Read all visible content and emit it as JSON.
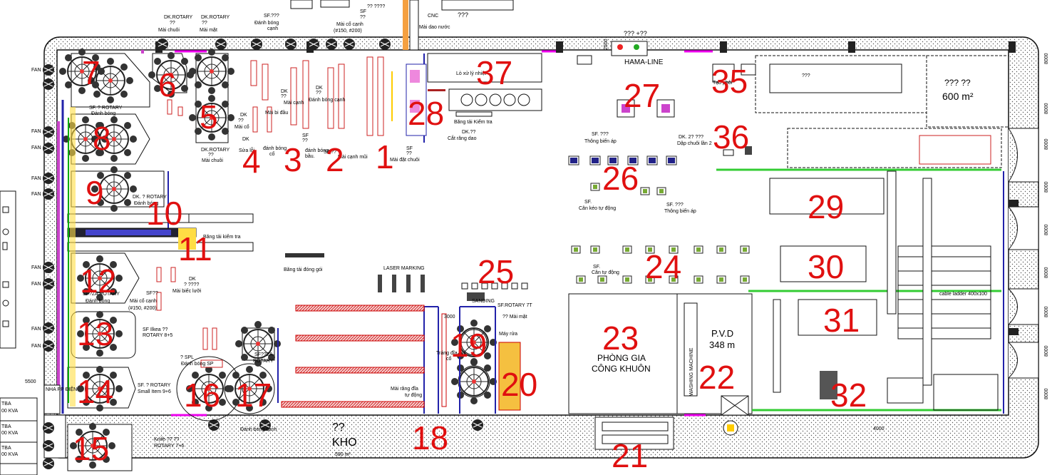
{
  "top_labels": {
    "dk_rotary_left": "DK.ROTARY",
    "dk_rotary_left_q": "??",
    "mai_chuoi_top": "Mài chuôi",
    "dk_rotary_mid": "DK.ROTARY",
    "dk_rotary_mid_q": "??",
    "mai_mat_top": "Mài mặt",
    "sf_top": "SF.???",
    "danh_bong_canh_top_a": "Đánh bóng",
    "danh_bong_canh_top_b": "cạnh",
    "sf_small_top": "SF",
    "q_small": "??",
    "mai_co_canh_top": "Mài cổ cạnh",
    "mai_co_canh_sizes": "(#150, #200)",
    "q4": "?? ????",
    "cnc": "CNC",
    "mai_dao_nuoc": "Mài dao nước",
    "q3": "???",
    "top_right_q": "??? +??",
    "dim_2500": "2500",
    "hama_line": "HAMA-LINE",
    "area_right_q": "??? ??",
    "area_right": "600 m²"
  },
  "zones": [
    {
      "id": "z1",
      "label": "1"
    },
    {
      "id": "z2",
      "label": "2"
    },
    {
      "id": "z3",
      "label": "3"
    },
    {
      "id": "z4",
      "label": "4"
    },
    {
      "id": "z5",
      "label": "5"
    },
    {
      "id": "z6",
      "label": "6"
    },
    {
      "id": "z7",
      "label": "7"
    },
    {
      "id": "z8",
      "label": "8"
    },
    {
      "id": "z9",
      "label": "9"
    },
    {
      "id": "z10",
      "label": "10"
    },
    {
      "id": "z11",
      "label": "11"
    },
    {
      "id": "z12",
      "label": "12"
    },
    {
      "id": "z13",
      "label": "13"
    },
    {
      "id": "z14",
      "label": "14"
    },
    {
      "id": "z15",
      "label": "15"
    },
    {
      "id": "z16",
      "label": "16"
    },
    {
      "id": "z17",
      "label": "17"
    },
    {
      "id": "z18",
      "label": "18"
    },
    {
      "id": "z19",
      "label": "19"
    },
    {
      "id": "z20",
      "label": "20"
    },
    {
      "id": "z21",
      "label": "21"
    },
    {
      "id": "z22",
      "label": "22"
    },
    {
      "id": "z23",
      "label": "23"
    },
    {
      "id": "z24",
      "label": "24"
    },
    {
      "id": "z25",
      "label": "25"
    },
    {
      "id": "z26",
      "label": "26"
    },
    {
      "id": "z27",
      "label": "27"
    },
    {
      "id": "z28",
      "label": "28"
    },
    {
      "id": "z29",
      "label": "29"
    },
    {
      "id": "z30",
      "label": "30"
    },
    {
      "id": "z31",
      "label": "31"
    },
    {
      "id": "z32",
      "label": "32"
    },
    {
      "id": "z35",
      "label": "35"
    },
    {
      "id": "z36",
      "label": "36"
    },
    {
      "id": "z37",
      "label": "37"
    }
  ],
  "labels": {
    "fan": "FAN",
    "sf_rotary_8": "SF. ? ROTARY",
    "danh_bong_8": "Đánh bóng",
    "dk_rotary_6": "DK.ROTARY",
    "dk_rotary_6_q": "??",
    "mai_chuoi_6": "Mài chuôi",
    "dk_4": "DK",
    "q_4": "??",
    "mai_co_4": "Mài cổ",
    "sua_loi": "Sửa lỗi",
    "danh_bong_co": "đánh bóng",
    "co": "cổ",
    "dk_3": "DK",
    "q_3": "??",
    "mai_bi_dau": "Mài bi đầu",
    "dk_2": "DK",
    "q_2": "??",
    "danh_bong_canh_2": "Mài cạnh",
    "sf_3": "SF",
    "q_sf_3": "??",
    "danh_bong_bau_a": "đánh bóng",
    "danh_bong_bau_b": "bầu.",
    "sf_2": "SF.??",
    "mai_canh_mui": "Mài cạnh mũi",
    "sf_1": "SF",
    "q_1": "??",
    "mai_dat_chuoi": "Mài đặt chuôi",
    "dk_danh_bong_canh": "DK",
    "dk_danh_bong_canh_q": "??",
    "danh_bong_canh_dk": "Đánh bóng cạnh",
    "lo_xu_ly_nhiet": "Lò xử lý nhiệt",
    "bang_tai_kiem_tra_top": "Băng tải Kiểm tra",
    "dk_cat_rang_dao": "DK.??",
    "cat_rang_dao": "Cắt răng dao",
    "dk_9": "DK. ? ROTARY",
    "danh_bong_9": "Đánh bóng",
    "bang_tai_kiem_tra": "Băng tải kiểm tra",
    "bang_tai_dong_goi": "Băng tải đóng gói",
    "laser_marking": "LASER MARKING",
    "dk_12": "DK",
    "q_12": "? ????",
    "mai_biec_luoi": "Mài biếc lưỡi",
    "sf_12": "SF??",
    "mai_co_canh_12": "Mài cổ cạnh",
    "sizes_12": "(#150, #200)",
    "rotary_12": "SF?ZA ROTARY",
    "danh_bong_12": "Đánh bóng",
    "sf_13": "SF Ilkea ??",
    "rotary_13": "ROTARY 8+5",
    "sf_14": "SF. ? ROTARY",
    "small_item": "Small Item 9+6",
    "spl": "? SPL",
    "danh_bong_spl": "Đánh bóng SP",
    "sf_17": "SF??ZA",
    "rotary_17": "ROTARY",
    "danh_bong_17": "Đánh bóng cạnh",
    "knife_15": "Knife ?? ??",
    "rotary_15": "ROTARY 7+6",
    "kho_q": "??",
    "kho": "KHO",
    "kho_area": "590 m²",
    "nha_pp_dien": "NHA PP ĐIỆN",
    "tba1_a": "TBA",
    "tba1_b": "00 KVA",
    "tba2_a": "TBA",
    "tba2_b": "00 KVA",
    "tba3_a": "TBA",
    "tba3_b": "00 KVA",
    "dim_5500": "5500",
    "sanding": "SANDING",
    "sf_rotary_7t": "SF.ROTARY 7T",
    "mai_mat_19": "?? Mài mặt",
    "may_rua": "Máy rửa",
    "dim_3000": "3000",
    "trang_dia_tay_a": "Tráng đĩa tay",
    "trang_dia_tay_b": "cổ",
    "mai_rang_dia_a": "Mài răng đĩa",
    "mai_rang_dia_b": "tự động",
    "phong_gia_a": "PHÒNG GIA",
    "phong_gia_b": "CÔNG KHUÔN",
    "pvd": "P.V.D",
    "pvd_area": "348 m",
    "washing_machine": "WASHING MACHINE",
    "sf_26": "SF. ???",
    "thong_bien_ap_26": "Thông biến áp",
    "sf_can": "SF.",
    "can_keo_tu_dong": "Cân kéo tự động",
    "sf_thong": "SF. ???",
    "thong_bien_ap": "Thông biến áp",
    "sf_24": "SF.",
    "can_tu_dong": "Cân tự động",
    "dk_36": "DK. 2? ???",
    "dap_chuoi": "Dập chuôi lần 2",
    "tao_phoi": "Tạo phôi",
    "cable_ladder": "cable ladder 400x100",
    "dim_4000": "4000",
    "dim_8000": "8000",
    "q_27": "???"
  }
}
